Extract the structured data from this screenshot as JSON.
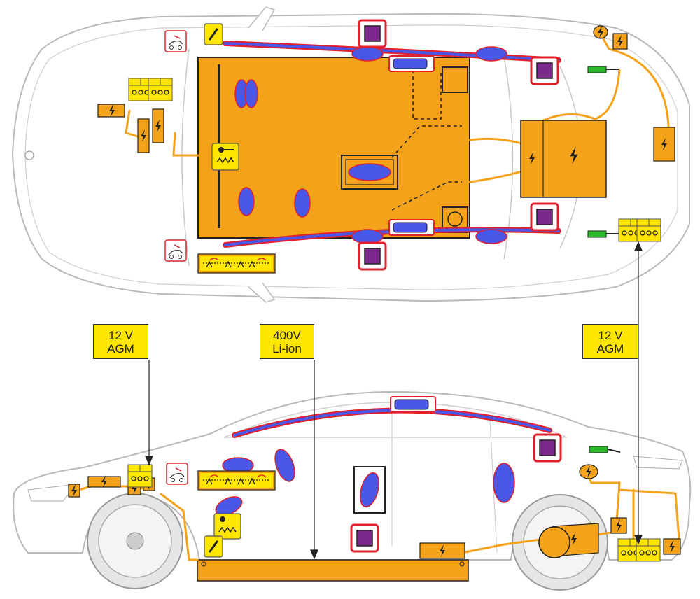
{
  "labels": {
    "left_battery": {
      "line1": "12 V",
      "line2": "AGM"
    },
    "main_battery": {
      "line1": "400V",
      "line2": "Li-ion"
    },
    "right_battery": {
      "line1": "12 V",
      "line2": "AGM"
    }
  },
  "colors": {
    "hv_orange": "#f5a21b",
    "label_yellow": "#ffe600",
    "airbag_blue": "#4a56e6",
    "airbag_red_outline": "#e0202a",
    "sensor_purple": "#7b2a8c",
    "plug_green": "#2db82d",
    "car_outline": "#b9b9b9"
  },
  "icons": {
    "bolt": "high-voltage-bolt-icon",
    "battery": "battery-terminal-icon",
    "seatbelt": "seatbelt-pretensioner-icon",
    "hood": "active-hood-icon",
    "fuse": "fuse-icon"
  }
}
